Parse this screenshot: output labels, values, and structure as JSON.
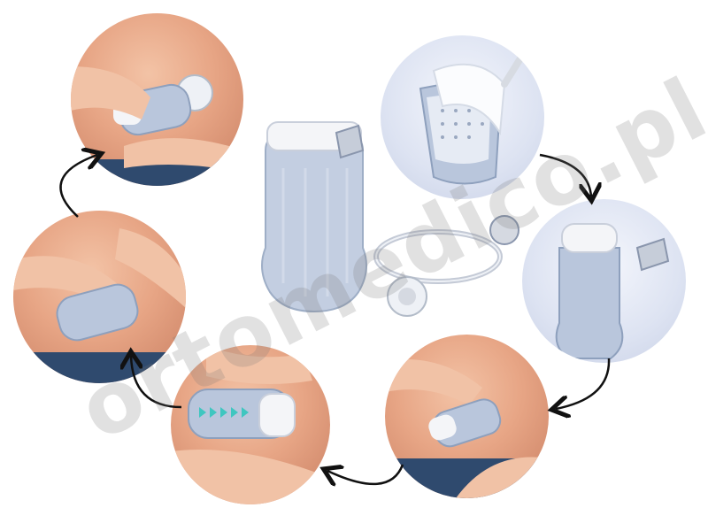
{
  "watermark": {
    "text": "ortomedico.pl"
  },
  "colors": {
    "skin": "#e7a585",
    "device_body": "#b9c6dc",
    "device_cap": "#f4f5f8",
    "jeans": "#2f4a6e",
    "arrow": "#111111",
    "indicator_lights": "#3fc6c0"
  },
  "steps": [
    {
      "name": "step-remove-adhesive-liner",
      "icon": "adhesive-liner"
    },
    {
      "name": "step-device-ready",
      "icon": "device-cap-off"
    },
    {
      "name": "step-place-on-abdomen",
      "icon": "hand-placing-device"
    },
    {
      "name": "step-press-start",
      "icon": "indicator-lights"
    },
    {
      "name": "step-wait-injection",
      "icon": "device-on-skin"
    },
    {
      "name": "step-remove-device",
      "icon": "removed-device"
    }
  ],
  "center": {
    "name": "kit-overview",
    "icon": "autoinjector-kit"
  }
}
